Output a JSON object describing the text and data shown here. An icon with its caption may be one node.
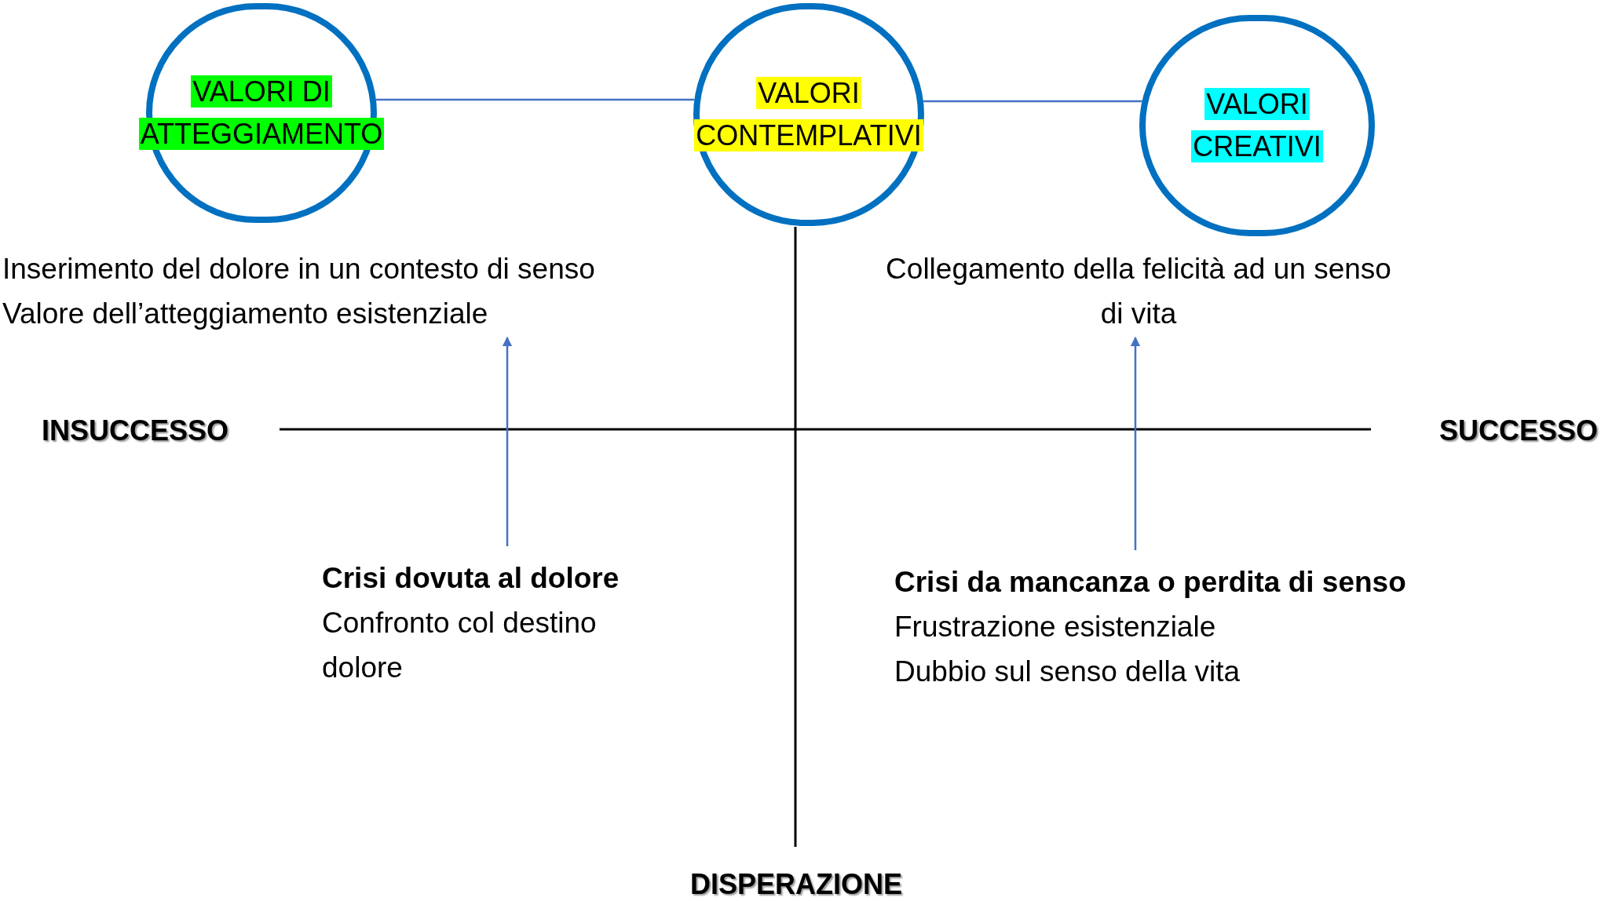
{
  "diagram": {
    "nodes": [
      {
        "text": [
          "VALORI DI ATTEGGIAMENTO"
        ]
      },
      {
        "text": [
          "VALORI CONTEMPLATIVI"
        ]
      },
      {
        "text": [
          "VALORI CREATIVI"
        ]
      },
      {
        "text": [
          "Inserimento del dolore in un contesto di senso",
          "Valore dell’atteggiamento esistenziale"
        ]
      },
      {
        "text": [
          "Collegamento della felicità ad un senso di vita"
        ]
      },
      {
        "text": [
          "Crisi dovuta al dolore",
          "Confronto col destino",
          "dolore"
        ]
      },
      {
        "text": [
          "Crisi da mancanza o perdita di senso",
          "Frustrazione esistenziale",
          "Dubbio sul senso della vita"
        ]
      }
    ],
    "edges": [
      {
        "from": 0,
        "to": 1,
        "arrow": "none"
      },
      {
        "from": 1,
        "to": 2,
        "arrow": "none"
      },
      {
        "from": 5,
        "to": 3,
        "arrow": "to"
      },
      {
        "from": 6,
        "to": 4,
        "arrow": "to"
      }
    ],
    "labels": [
      "INSUCCESSO",
      "SUCCESSO",
      "DISPERAZIONE"
    ]
  }
}
